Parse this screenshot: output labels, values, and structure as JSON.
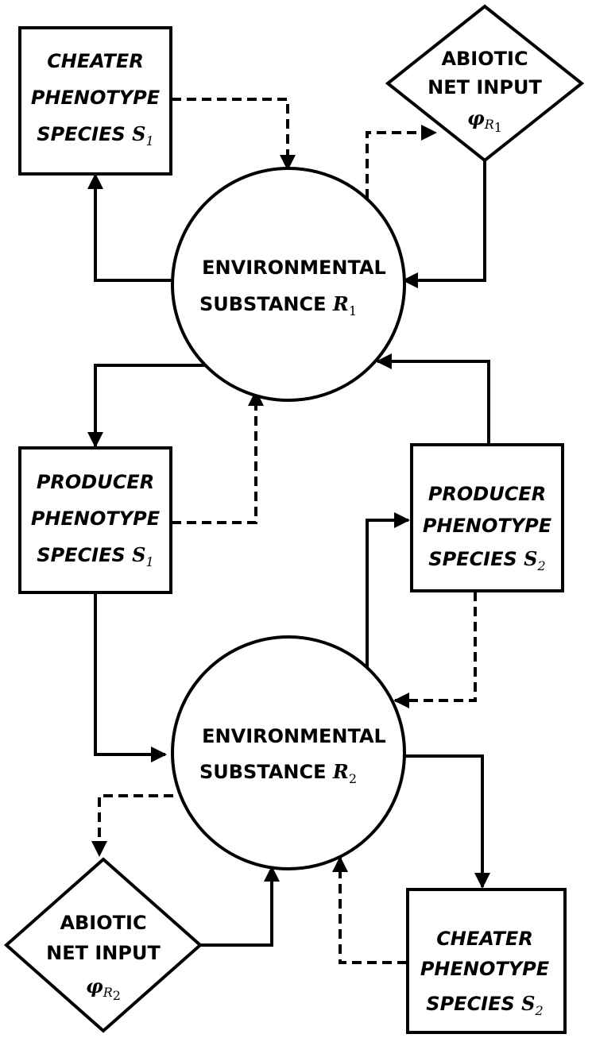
{
  "nodes": {
    "cheater_s1": {
      "line1": "CHEATER",
      "line2": "PHENOTYPE",
      "line3": "SPECIES",
      "math": "S",
      "sub": "1"
    },
    "abiotic_r1": {
      "line1": "ABIOTIC",
      "line2": "NET INPUT",
      "math": "φ",
      "sub_main": "R",
      "sub_sub": "1"
    },
    "substance_r1": {
      "line1": "ENVIRONMENTAL",
      "line2": "SUBSTANCE",
      "math": "R",
      "sub": "1"
    },
    "producer_s1": {
      "line1": "PRODUCER",
      "line2": "PHENOTYPE",
      "line3": "SPECIES",
      "math": "S",
      "sub": "1"
    },
    "producer_s2": {
      "line1": "PRODUCER",
      "line2": "PHENOTYPE",
      "line3": "SPECIES",
      "math": "S",
      "sub": "2"
    },
    "substance_r2": {
      "line1": "ENVIRONMENTAL",
      "line2": "SUBSTANCE",
      "math": "R",
      "sub": "2"
    },
    "abiotic_r2": {
      "line1": "ABIOTIC",
      "line2": "NET INPUT",
      "math": "φ",
      "sub_main": "R",
      "sub_sub": "2"
    },
    "cheater_s2": {
      "line1": "CHEATER",
      "line2": "PHENOTYPE",
      "line3": "SPECIES",
      "math": "S",
      "sub": "2"
    }
  }
}
